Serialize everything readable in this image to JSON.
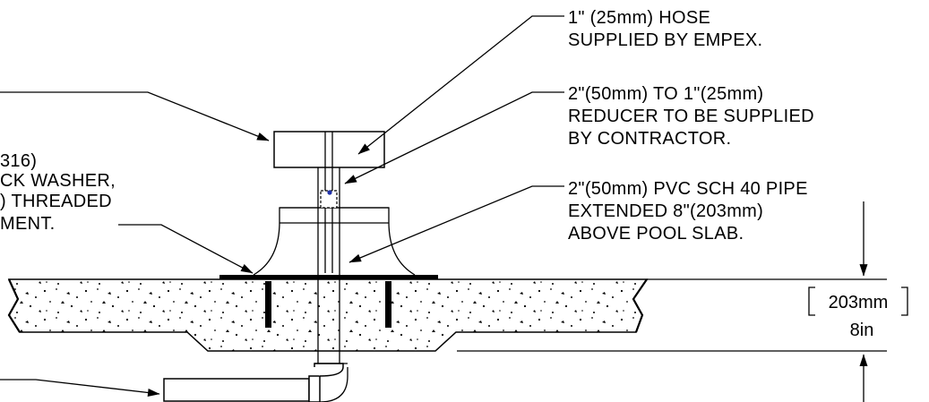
{
  "notes": {
    "hose": [
      "1\" (25mm) HOSE",
      "SUPPLIED BY EMPEX."
    ],
    "reducer": [
      "2\"(50mm) TO 1\"(25mm)",
      "REDUCER TO BE SUPPLIED",
      "BY CONTRACTOR."
    ],
    "pipe": [
      "2\"(50mm) PVC SCH 40 PIPE",
      "EXTENDED 8\"(203mm)",
      "ABOVE POOL SLAB."
    ],
    "anchor_partial": [
      "316)",
      "CK WASHER,",
      ") THREADED",
      "MENT."
    ]
  },
  "dimension": {
    "metric": "203mm",
    "imperial": "8in"
  }
}
